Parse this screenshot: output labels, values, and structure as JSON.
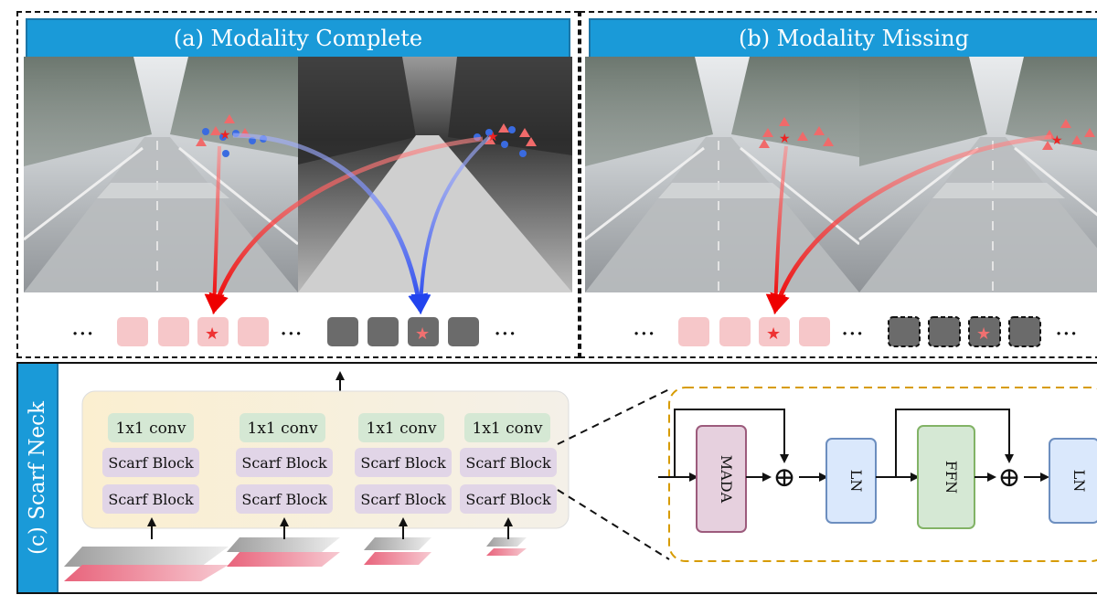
{
  "panels": {
    "a_title": "(a) Modality Complete",
    "b_title": "(b) Modality Missing",
    "c_title": "(c) Scarf Neck"
  },
  "tokens": {
    "ellipsis": "···",
    "token_star": "★"
  },
  "neck": {
    "conv_label": "1x1 conv",
    "block_label": "Scarf Block",
    "columns": 4
  },
  "detail": {
    "mada": "MADA",
    "ln": "LN",
    "ffn": "FFN",
    "plus": "⊕"
  },
  "colors": {
    "accent_blue": "#1a9ad8",
    "rgb_arrow": "#ee1111",
    "thermal_arrow": "#3355ee",
    "rgb_token": "#f6c7c9",
    "thermal_token": "#6b6b6b",
    "conv_fill": "#d5e8d4",
    "block_fill": "#e1d5e7",
    "mada_fill": "#e6d0de",
    "ln_fill": "#dae8fc",
    "ffn_fill": "#d5e8d4",
    "detail_border": "#d79b00"
  }
}
